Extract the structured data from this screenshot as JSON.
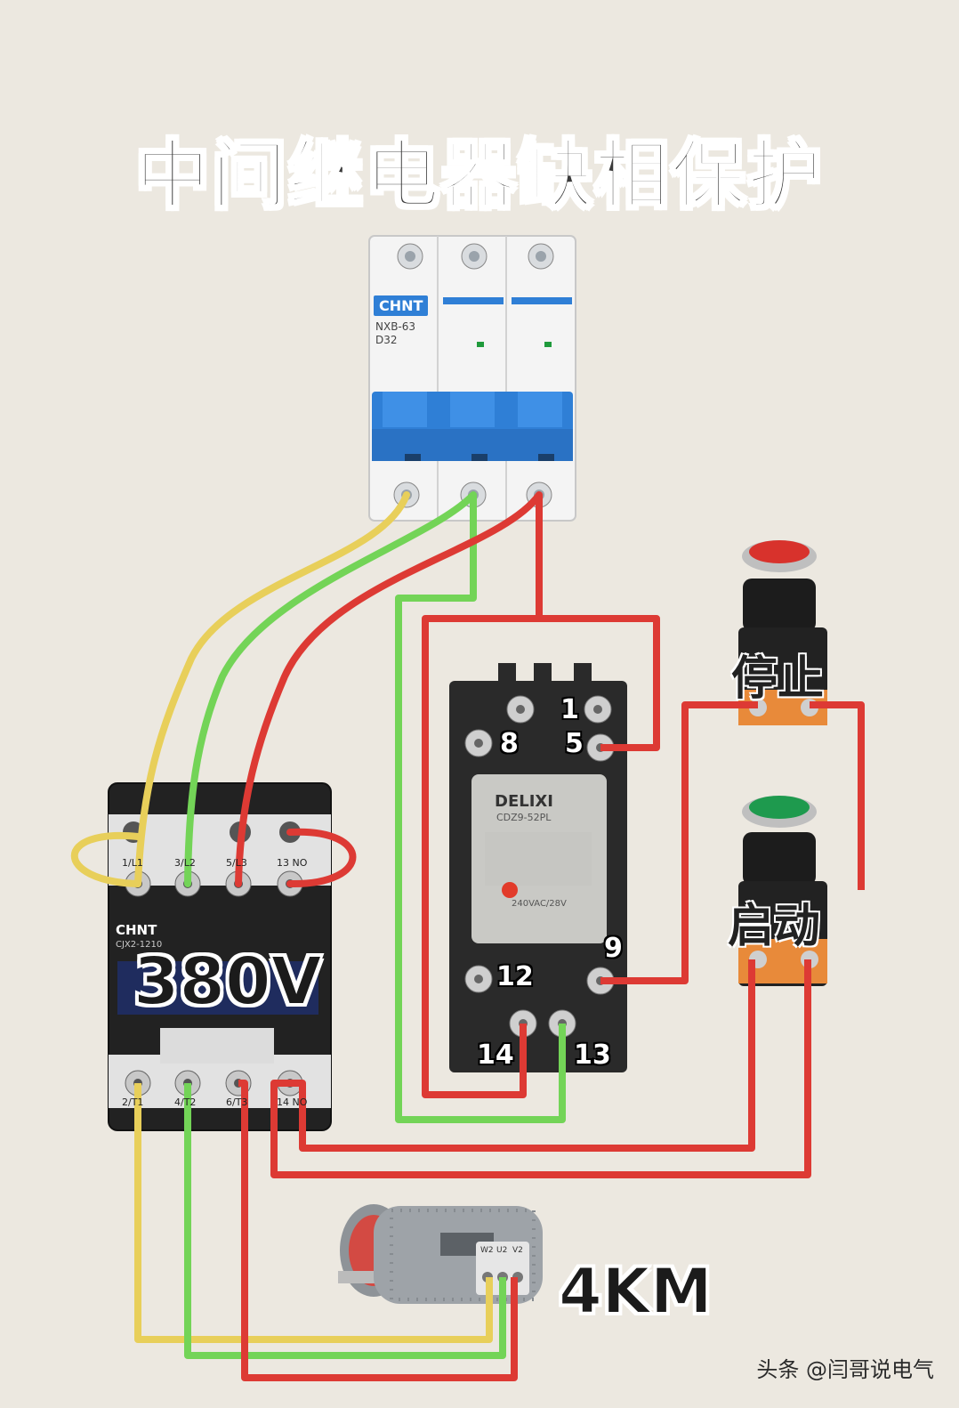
{
  "title": "中间继电器缺相保护",
  "breaker": {
    "brand": "CHNT",
    "model": "NXB-63",
    "rating": "D32"
  },
  "contactor": {
    "brand": "CHNT",
    "model": "CJX2-1210",
    "voltage": "380V",
    "top_terminals": [
      "1/L1",
      "3/L2",
      "5/L3",
      "13 NO"
    ],
    "bottom_terminals": [
      "2/T1",
      "4/T2",
      "6/T3",
      "14 NO"
    ]
  },
  "relay": {
    "brand": "DELIXI",
    "model": "CDZ9-52PL",
    "rating_text": "240VAC/28V",
    "terminals": [
      "1",
      "8",
      "5",
      "12",
      "9",
      "14",
      "13"
    ]
  },
  "buttons": {
    "stop": "停止",
    "start": "启动"
  },
  "motor": {
    "power": "4KM",
    "terminal_labels": [
      "W2",
      "U2",
      "V2"
    ]
  },
  "watermark": "头条 @闫哥说电气",
  "colors": {
    "yellow_wire": "#e8cf5a",
    "green_wire": "#73d457",
    "red_wire": "#dd3a34",
    "blue_breaker": "#2f7fd6"
  }
}
